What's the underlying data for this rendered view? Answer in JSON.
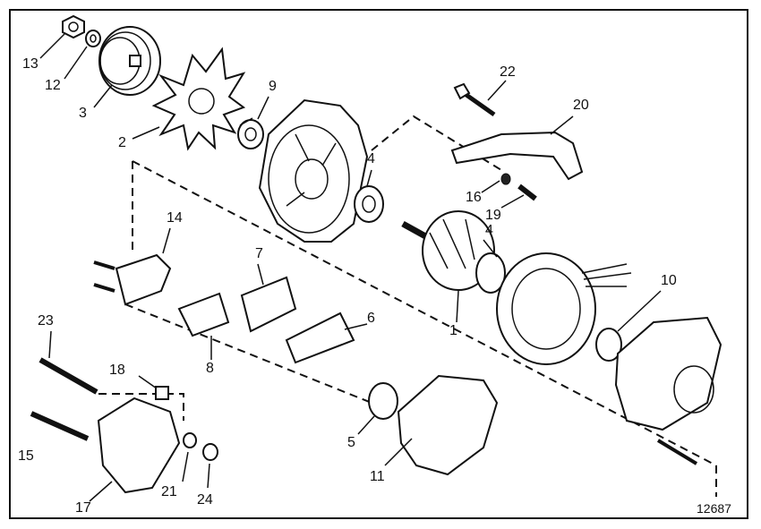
{
  "figure_number": "12687",
  "callouts": [
    {
      "id": "c13",
      "label": "13"
    },
    {
      "id": "c12",
      "label": "12"
    },
    {
      "id": "c3",
      "label": "3"
    },
    {
      "id": "c2",
      "label": "2"
    },
    {
      "id": "c9",
      "label": "9"
    },
    {
      "id": "c4a",
      "label": "4"
    },
    {
      "id": "c4b",
      "label": "4"
    },
    {
      "id": "c22",
      "label": "22"
    },
    {
      "id": "c20",
      "label": "20"
    },
    {
      "id": "c16",
      "label": "16"
    },
    {
      "id": "c19",
      "label": "19"
    },
    {
      "id": "c14",
      "label": "14"
    },
    {
      "id": "c7",
      "label": "7"
    },
    {
      "id": "c1",
      "label": "1"
    },
    {
      "id": "c10",
      "label": "10"
    },
    {
      "id": "c6",
      "label": "6"
    },
    {
      "id": "c8",
      "label": "8"
    },
    {
      "id": "c23",
      "label": "23"
    },
    {
      "id": "c18",
      "label": "18"
    },
    {
      "id": "c15",
      "label": "15"
    },
    {
      "id": "c5",
      "label": "5"
    },
    {
      "id": "c11",
      "label": "11"
    },
    {
      "id": "c21",
      "label": "21"
    },
    {
      "id": "c24",
      "label": "24"
    },
    {
      "id": "c17",
      "label": "17"
    }
  ]
}
